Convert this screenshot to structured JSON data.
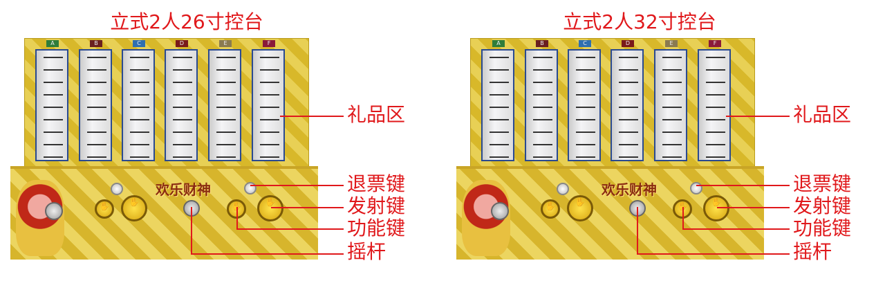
{
  "panels": [
    {
      "title": "立式2人26寸控台"
    },
    {
      "title": "立式2人32寸控台"
    }
  ],
  "slot_labels": [
    "A",
    "B",
    "C",
    "D",
    "E",
    "F"
  ],
  "slot_label_colors": [
    "#2f7d3a",
    "#6a2020",
    "#2f6fb0",
    "#7a1a1a",
    "#8a7a50",
    "#8a1a3a"
  ],
  "cabinet_logo": "欢乐财神",
  "callouts": {
    "gift_area": "礼品区",
    "ticket_button": "退票键",
    "fire_button": "发射键",
    "function_button": "功能键",
    "joystick": "摇杆"
  },
  "accent_color": "#e0181b"
}
